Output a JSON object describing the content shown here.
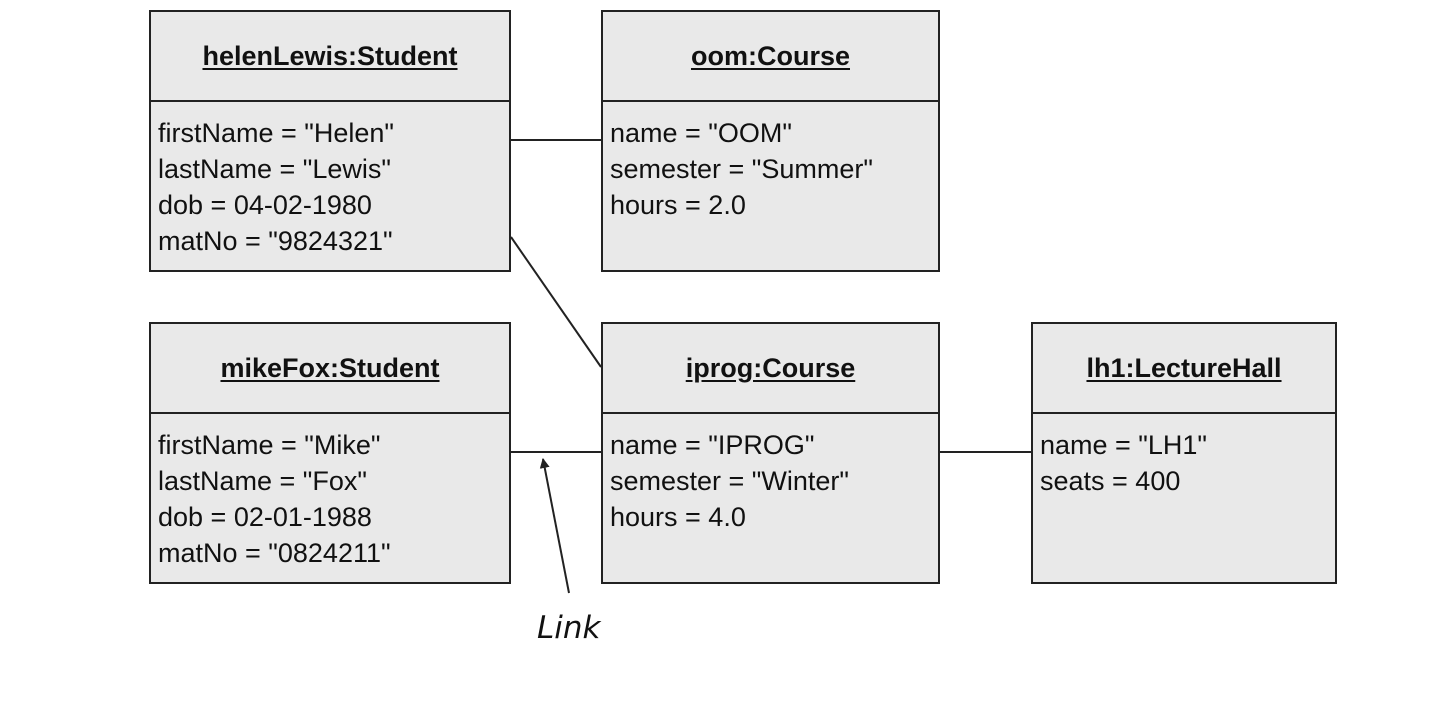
{
  "objects": {
    "helen": {
      "title": "helenLewis:Student",
      "attributes": [
        "firstName = \"Helen\"",
        "lastName = \"Lewis\"",
        "dob = 04-02-1980",
        "matNo = \"9824321\""
      ]
    },
    "oom": {
      "title": "oom:Course",
      "attributes": [
        "name = \"OOM\"",
        "semester = \"Summer\"",
        "hours = 2.0"
      ]
    },
    "mike": {
      "title": "mikeFox:Student",
      "attributes": [
        "firstName = \"Mike\"",
        "lastName = \"Fox\"",
        "dob = 02-01-1988",
        "matNo = \"0824211\""
      ]
    },
    "iprog": {
      "title": "iprog:Course",
      "attributes": [
        "name = \"IPROG\"",
        "semester = \"Winter\"",
        "hours = 4.0"
      ]
    },
    "lh1": {
      "title": "lh1:LectureHall",
      "attributes": [
        "name = \"LH1\"",
        "seats = 400"
      ]
    }
  },
  "links": [
    {
      "from": "helen",
      "to": "oom"
    },
    {
      "from": "helen",
      "to": "iprog"
    },
    {
      "from": "mike",
      "to": "iprog"
    },
    {
      "from": "iprog",
      "to": "lh1"
    }
  ],
  "annotation": {
    "label": "Link",
    "points_to": "mike-iprog"
  },
  "colors": {
    "box_fill": "#e9e9e9",
    "stroke": "#222222",
    "text": "#111111"
  }
}
